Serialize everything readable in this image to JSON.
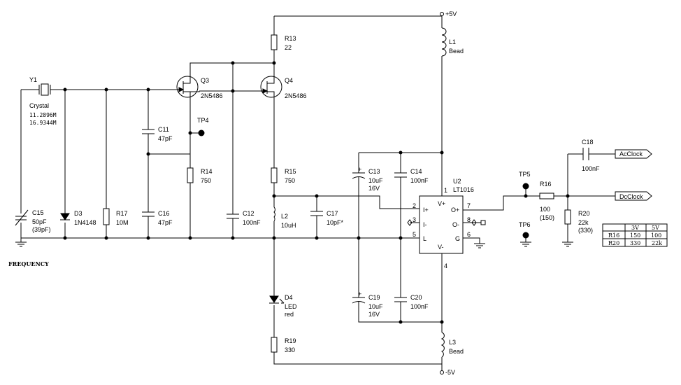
{
  "rails": {
    "vplus": "+5V",
    "vminus": "-5V"
  },
  "crystal": {
    "ref": "Y1",
    "name": "Crystal",
    "f1": "11.2896M",
    "f2": "16.9344M"
  },
  "caps": {
    "c11": {
      "ref": "C11",
      "val": "47pF"
    },
    "c12": {
      "ref": "C12",
      "val": "100nF"
    },
    "c13": {
      "ref": "C13",
      "val1": "10uF",
      "val2": "16V"
    },
    "c14": {
      "ref": "C14",
      "val": "100nF"
    },
    "c15": {
      "ref": "C15",
      "val1": "50pF",
      "val2": "(39pF)"
    },
    "c16": {
      "ref": "C16",
      "val": "47pF"
    },
    "c17": {
      "ref": "C17",
      "val": "10pF*"
    },
    "c18": {
      "ref": "C18",
      "val": "100nF"
    },
    "c19": {
      "ref": "C19",
      "val1": "10uF",
      "val2": "16V"
    },
    "c20": {
      "ref": "C20",
      "val": "100nF"
    }
  },
  "resistors": {
    "r13": {
      "ref": "R13",
      "val": "22"
    },
    "r14": {
      "ref": "R14",
      "val": "750"
    },
    "r15": {
      "ref": "R15",
      "val": "750"
    },
    "r16": {
      "ref": "R16",
      "val1": "100",
      "val2": "(150)"
    },
    "r17": {
      "ref": "R17",
      "val": "10M"
    },
    "r19": {
      "ref": "R19",
      "val": "330"
    },
    "r20": {
      "ref": "R20",
      "val1": "22k",
      "val2": "(330)"
    }
  },
  "inductors": {
    "l1": {
      "ref": "L1",
      "val": "Bead"
    },
    "l2": {
      "ref": "L2",
      "val": "10uH"
    },
    "l3": {
      "ref": "L3",
      "val": "Bead"
    }
  },
  "transistors": {
    "q3": {
      "ref": "Q3",
      "val": "2N5486"
    },
    "q4": {
      "ref": "Q4",
      "val": "2N5486"
    }
  },
  "diodes": {
    "d3": {
      "ref": "D3",
      "val": "1N4148"
    },
    "d4": {
      "ref": "D4",
      "val1": "LED",
      "val2": "red"
    }
  },
  "testpoints": {
    "tp4": "TP4",
    "tp5": "TP5",
    "tp6": "TP6"
  },
  "ic": {
    "ref": "U2",
    "name": "LT1016",
    "pins": {
      "p1": "1",
      "p2": "2",
      "p3": "3",
      "p4": "4",
      "p5": "5",
      "p6": "6",
      "p7": "7",
      "p8": "8"
    },
    "labels": {
      "vp": "V+",
      "ip": "I+",
      "im": "I-",
      "l": "L",
      "vm": "V-",
      "op": "O+",
      "om": "O-",
      "g": "G"
    }
  },
  "outputs": {
    "ac": "AcClock",
    "dc": "DcClock"
  },
  "frequency_label": "FREQUENCY",
  "table": {
    "h1": "3V",
    "h2": "5V",
    "rows": [
      {
        "name": "R16",
        "v1": "150",
        "v2": "100"
      },
      {
        "name": "R20",
        "v1": "330",
        "v2": "22k"
      }
    ]
  }
}
